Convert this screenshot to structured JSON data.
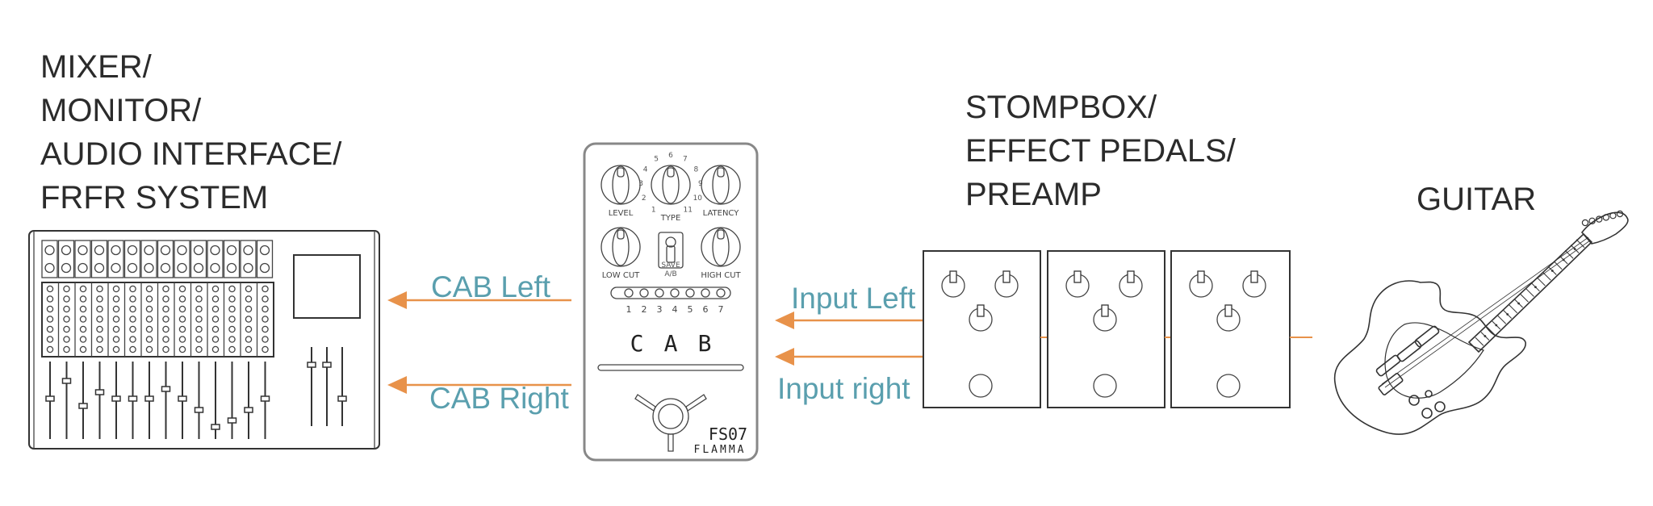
{
  "mixer": {
    "label_lines": [
      "MIXER/",
      "MONITOR/",
      "AUDIO INTERFACE/",
      "FRFR SYSTEM"
    ]
  },
  "pedal": {
    "knobs": {
      "level": "LEVEL",
      "type": "TYPE",
      "latency": "LATENCY",
      "low_cut": "LOW CUT",
      "high_cut": "HIGH CUT"
    },
    "type_dial_numbers": [
      "1",
      "2",
      "3",
      "4",
      "5",
      "6",
      "7",
      "8",
      "9",
      "10",
      "11"
    ],
    "switch_label_1": "SAVE",
    "switch_label_2": "A/B",
    "slot_numbers": [
      "1",
      "2",
      "3",
      "4",
      "5",
      "6",
      "7"
    ],
    "cab_letters": [
      "C",
      "A",
      "B"
    ],
    "model": "FS07",
    "brand": "FLAMMA"
  },
  "outputs": {
    "left": "CAB Left",
    "right": "CAB Right"
  },
  "inputs": {
    "left": "Input Left",
    "right": "Input right"
  },
  "stompbox": {
    "label_lines": [
      "STOMPBOX/",
      "EFFECT PEDALS/",
      "PREAMP"
    ]
  },
  "guitar": {
    "label": "GUITAR"
  },
  "colors": {
    "arrow": "#e8924a",
    "signal_text": "#5a9fae",
    "line_art": "#333333"
  }
}
